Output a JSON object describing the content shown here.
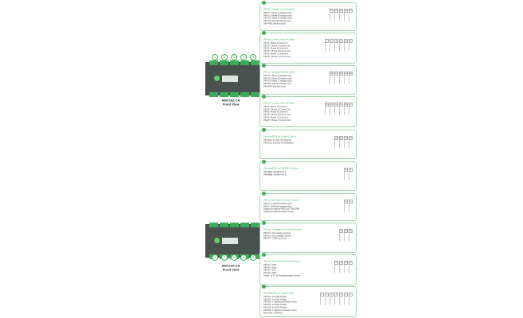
{
  "devices": [
    {
      "model": "AMC16Z-ZA",
      "view": "Front View"
    },
    {
      "model": "AMC16Z-ZA",
      "view": "Front View"
    }
  ],
  "callouts": [
    "1",
    "2",
    "3",
    "4",
    "5"
  ],
  "panels": [
    {
      "title": "PIN for Voltage Input (A Side)",
      "items": [
        "PIN-U1: Phase A Voltage Input",
        "PIN-U2: Phase B Voltage Input",
        "PIN-U3: Phase C Voltage Input",
        "PIN-UN: Neutral Voltage Input",
        "PIN-NPN: Earth/Ground"
      ],
      "pins": [
        "P1",
        "P2",
        "P3",
        "P4",
        "P5"
      ]
    },
    {
      "title": "PIN for Current Input (A Side)",
      "items": [
        "PIN-I1: Phase A Current In",
        "PIN-I1*: Phase A Current Out",
        "PIN-I2: Phase B Current In",
        "PIN-I2*: Phase B Current Out",
        "PIN-I3: Phase C Current In",
        "PIN-I3*: Phase C Current Out"
      ],
      "pins": [
        "6",
        "7",
        "8",
        "9",
        "10",
        "11"
      ]
    },
    {
      "title": "PIN for Voltage Input (B Side)",
      "items": [
        "PIN-U1: Phase A Voltage Input",
        "PIN-U2: Phase B Voltage Input",
        "PIN-U3: Phase C Voltage Input",
        "PIN-UN: Neutral Voltage Input",
        "PIN-NPN: Earth/Ground"
      ],
      "pins": [
        "P6",
        "P7",
        "P8",
        "P9",
        "P10"
      ]
    },
    {
      "title": "PIN for Current Input (B Side)",
      "items": [
        "PIN-I1: Phase A Current In",
        "PIN-I1*: Phase A Current Out",
        "PIN-I2: Phase B Current In",
        "PIN-I2*: Phase B Current Out",
        "PIN-I3: Phase C Current In",
        "PIN-I3*: Phase C Current Out"
      ],
      "pins": [
        "12",
        "13",
        "14",
        "15",
        "16",
        "17"
      ]
    },
    {
      "title": "Terminal/PIN for Digital Output",
      "items": [
        "PIN-DO1: 1st DO (To Sample)",
        "PIN-DO2: 2nd DO (To Indication)"
      ],
      "pins": [
        "D1",
        "D2",
        "D3",
        "D4"
      ]
    },
    {
      "title": "Terminal/PIN for RS485 Interface",
      "items": [
        "PIN-485A: RS485 Port A",
        "PIN-485B: RS485 Port B"
      ],
      "pins": [
        "A",
        "B"
      ]
    },
    {
      "title": "PIN for DC Power Source Output",
      "items": [
        "PIN-V+: 5-24Vdc Positive Pole",
        "PIN-V-: 5-24Vdc Negative Pole",
        "Supply for optional AMC16Z-TOEC80B",
        "Supply for optional Touch Screen"
      ],
      "pins": [
        "V+",
        "V-"
      ]
    },
    {
      "title": "PIN for Leakage Current Monitoring",
      "items": [
        "PIN-IT1: 1st Leakage Current",
        "PIN-IT2: 2nd Leakage Current",
        "PIN-ITN: COM (common)"
      ],
      "pins": [
        "T1",
        "T2",
        "TN"
      ]
    },
    {
      "title": "PIN for Temp./Humidity Monitoring",
      "items": [
        "PIN-NC: VDD",
        "PIN-NC: Data",
        "PIN-NC: CLK",
        "PIN-NC: GND",
        "Probe: 1x PT or Temp&Humidity Sensor"
      ],
      "pins": [
        "T1",
        "T2",
        "T3",
        "T4"
      ]
    },
    {
      "title": "Terminal/PIN for Digital Input",
      "items": [
        "PIN-DI1: 1st DI/1-8 Relay",
        "PIN-DI2: 1st DI/1-8 Relay",
        "PIN-DI3: 2 Lightning Arrester DI Alm",
        "PIN-DI4: 1st DI/1-8 Relay",
        "PIN-DI5: 1st DI/1-8 Relay",
        "PIN-DI6: 2 Lightning Arrester DI Alm",
        "PIN-COM: COM Port"
      ],
      "pins": [
        "1",
        "2",
        "3",
        "4",
        "5",
        "6",
        "C"
      ]
    }
  ],
  "colors": {
    "accent": "#3cae5a",
    "panel_border": "#9fd3ad",
    "device": "#4a5250"
  }
}
